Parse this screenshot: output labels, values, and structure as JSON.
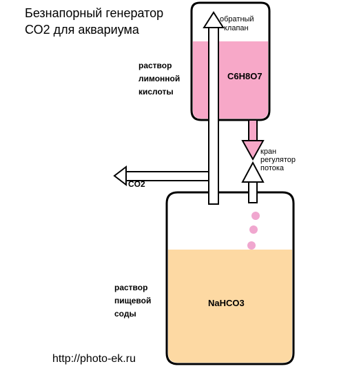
{
  "title": {
    "line1": "Безнапорный генератор",
    "line2": "СО2 для аквариума"
  },
  "labels": {
    "check_valve_line1": "обратный",
    "check_valve_line2": "клапан",
    "citric_line1": "раствор",
    "citric_line2": "лимонной",
    "citric_line3": "кислоты",
    "citric_formula": "C6H8O7",
    "tap_line1": "кран",
    "tap_line2": "регулятор",
    "tap_line3": "потока",
    "co2_out": "CO2",
    "soda_line1": "раствор",
    "soda_line2": "пищевой",
    "soda_line3": "соды",
    "soda_formula": "NaHCO3"
  },
  "footer": {
    "url": "http://photo-ek.ru"
  },
  "colors": {
    "citric_liquid": "#f7a8c8",
    "soda_liquid": "#fdd9a3",
    "droplet": "#f0a7cf",
    "outline": "#000000"
  }
}
